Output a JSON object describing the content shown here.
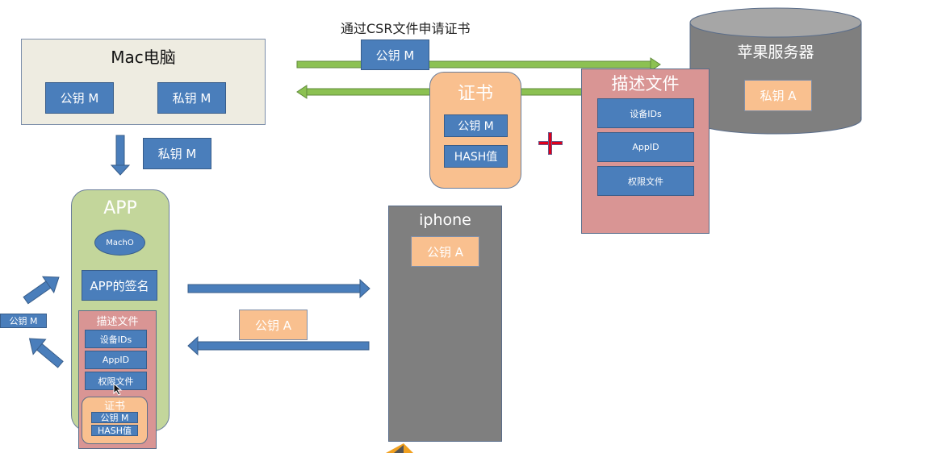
{
  "colors": {
    "key_blue": "#4a7ebb",
    "green_arrow": "#8cc152",
    "peach": "#f9c08f",
    "pink": "#d99594",
    "gray": "#7f7f7f",
    "app_green": "#c3d69b",
    "mac_bg": "#eeece1",
    "red_plus": "#e0001b"
  },
  "csr_label": "通过CSR文件申请证书",
  "mac": {
    "title": "Mac电脑",
    "public_key": "公钥 M",
    "private_key": "私钥 M"
  },
  "private_key_transfer": "私钥 M",
  "public_key_transfer": "公钥 M",
  "certificate": {
    "title": "证书",
    "public_key": "公钥 M",
    "hash": "HASH值"
  },
  "plus_icon": "plus-icon",
  "provisioning_profile": {
    "title": "描述文件",
    "items": [
      "设备IDs",
      "AppID",
      "权限文件"
    ]
  },
  "apple_server": {
    "title": "苹果服务器",
    "private_key": "私钥 A"
  },
  "app": {
    "title": "APP",
    "macho": "MachO",
    "signature": "APP的签名",
    "profile": {
      "title": "描述文件",
      "items": [
        "设备IDs",
        "AppID",
        "权限文件"
      ]
    },
    "certificate": {
      "title": "证书",
      "public_key": "公钥 M",
      "hash": "HASH值"
    }
  },
  "left_public_key": "公钥 M",
  "iphone": {
    "title": "iphone",
    "public_key": "公钥 A"
  },
  "iphone_transfer_key": "公钥 A"
}
